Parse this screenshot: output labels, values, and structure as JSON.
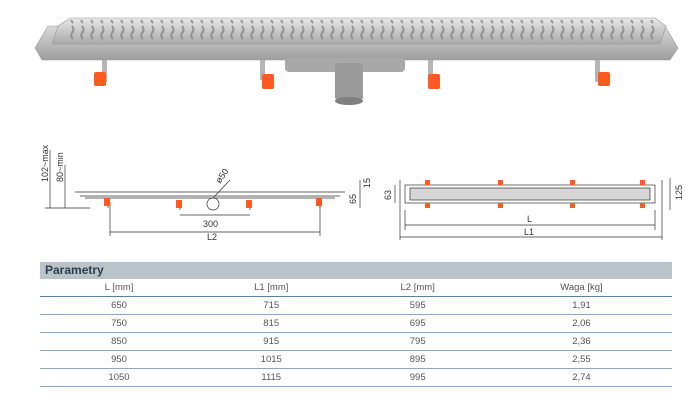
{
  "drawing_labels": {
    "max_height": "102~max",
    "min_height": "80~min",
    "diameter": "ø50",
    "dim_15": "15",
    "dim_65": "65",
    "dim_300": "300",
    "dim_L2": "L2",
    "dim_63": "63",
    "dim_125": "125",
    "dim_L": "L",
    "dim_L1": "L1"
  },
  "table": {
    "title": "Parametry",
    "headers": [
      "L [mm]",
      "L1 [mm]",
      "L2 [mm]",
      "Waga [kg]"
    ],
    "rows": [
      [
        "650",
        "715",
        "595",
        "1,91"
      ],
      [
        "750",
        "815",
        "695",
        "2,06"
      ],
      [
        "850",
        "915",
        "795",
        "2,36"
      ],
      [
        "950",
        "1015",
        "895",
        "2,55"
      ],
      [
        "1050",
        "1115",
        "995",
        "2,74"
      ]
    ]
  },
  "colors": {
    "header_bg": "#b9c3ca",
    "feet": "#ff5a1f",
    "row_rule": "#8fa8bd"
  }
}
